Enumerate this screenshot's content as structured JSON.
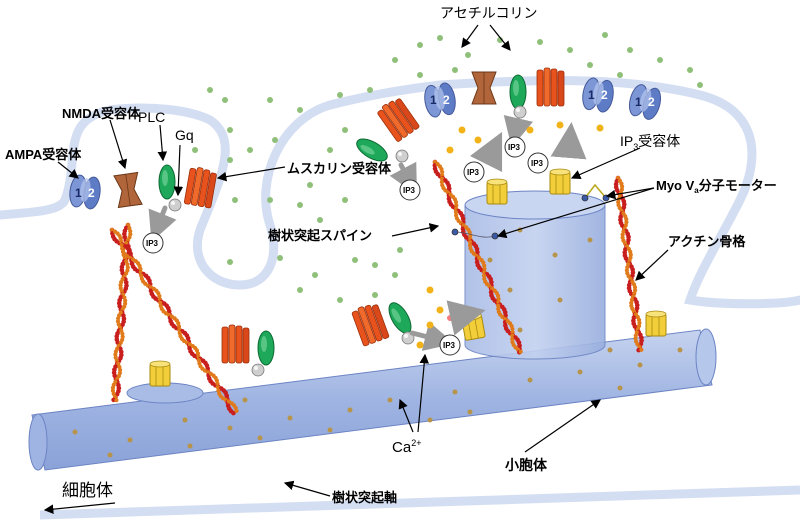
{
  "labels": {
    "acetylcholine": "アセチルコリン",
    "nmda": "NMDA受容体",
    "plc": "PLC",
    "gq": "Gq",
    "ampa": "AMPA受容体",
    "muscarinic": "ムスカリン受容体",
    "ip3_receptor_base": "IP",
    "ip3_receptor_sub": "3",
    "ip3_receptor_tail": "受容体",
    "myo_prefix": "Myo V",
    "myo_sub": "a",
    "myo_suffix": "分子モーター",
    "spine": "樹状突起スパイン",
    "actin": "アクチン骨格",
    "calcium_base": "Ca",
    "calcium_sup": "2+",
    "er": "小胞体",
    "soma": "細胞体",
    "dendrite": "樹状突起軸"
  },
  "ip3": "IP3",
  "ampa_digits": [
    "1",
    "2"
  ],
  "colors": {
    "membrane": "#d4def2",
    "er_fill": "#9fb4e2",
    "er_stroke": "#6c84c4",
    "transmitter": "#8fc07a",
    "calcium": "#f2b31a",
    "plc": "#1ea85a",
    "muscarinic": "#e8531d",
    "nmda": "#b0653a",
    "ampa": "#7d97d6",
    "ip3r": "#f2cf3a",
    "actin_red": "#c81e1e",
    "actin_orange": "#e07a1a",
    "arrow_pink": "#f47c7c",
    "arrow_gray": "#9a9a9a"
  }
}
